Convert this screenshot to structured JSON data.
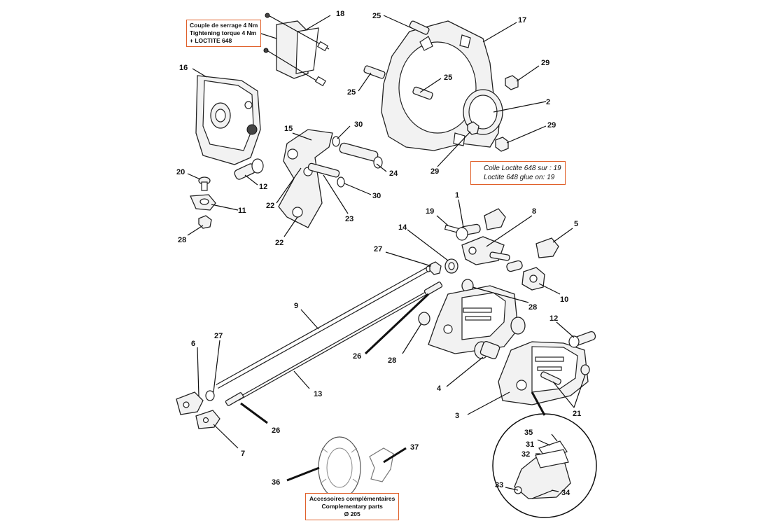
{
  "notes": {
    "torque": [
      "Couple de serrage 4 Nm",
      "Tightening torque 4 Nm",
      "+ LOCTITE 648"
    ],
    "loctite": [
      "Colle Loctite 648 sur : 19",
      "Loctite 648 glue on: 19"
    ],
    "accessories": [
      "Accessoires complémentaires",
      "Complementary parts",
      "Ø 205"
    ]
  },
  "callouts": {
    "c1": "1",
    "c2": "2",
    "c3": "3",
    "c4": "4",
    "c5": "5",
    "c6": "6",
    "c7": "7",
    "c8": "8",
    "c9": "9",
    "c10": "10",
    "c11": "11",
    "c12a": "12",
    "c12b": "12",
    "c13": "13",
    "c14": "14",
    "c15": "15",
    "c16": "16",
    "c17": "17",
    "c18": "18",
    "c19": "19",
    "c20": "20",
    "c21": "21",
    "c22a": "22",
    "c22b": "22",
    "c23": "23",
    "c24": "24",
    "c25a": "25",
    "c25b": "25",
    "c25c": "25",
    "c26a": "26",
    "c26b": "26",
    "c27a": "27",
    "c27b": "27",
    "c28a": "28",
    "c28b": "28",
    "c28c": "28",
    "c29a": "29",
    "c29b": "29",
    "c29c": "29",
    "c30a": "30",
    "c30b": "30",
    "c31": "31",
    "c32": "32",
    "c33": "33",
    "c34": "34",
    "c35": "35",
    "c36": "36",
    "c37": "37"
  }
}
